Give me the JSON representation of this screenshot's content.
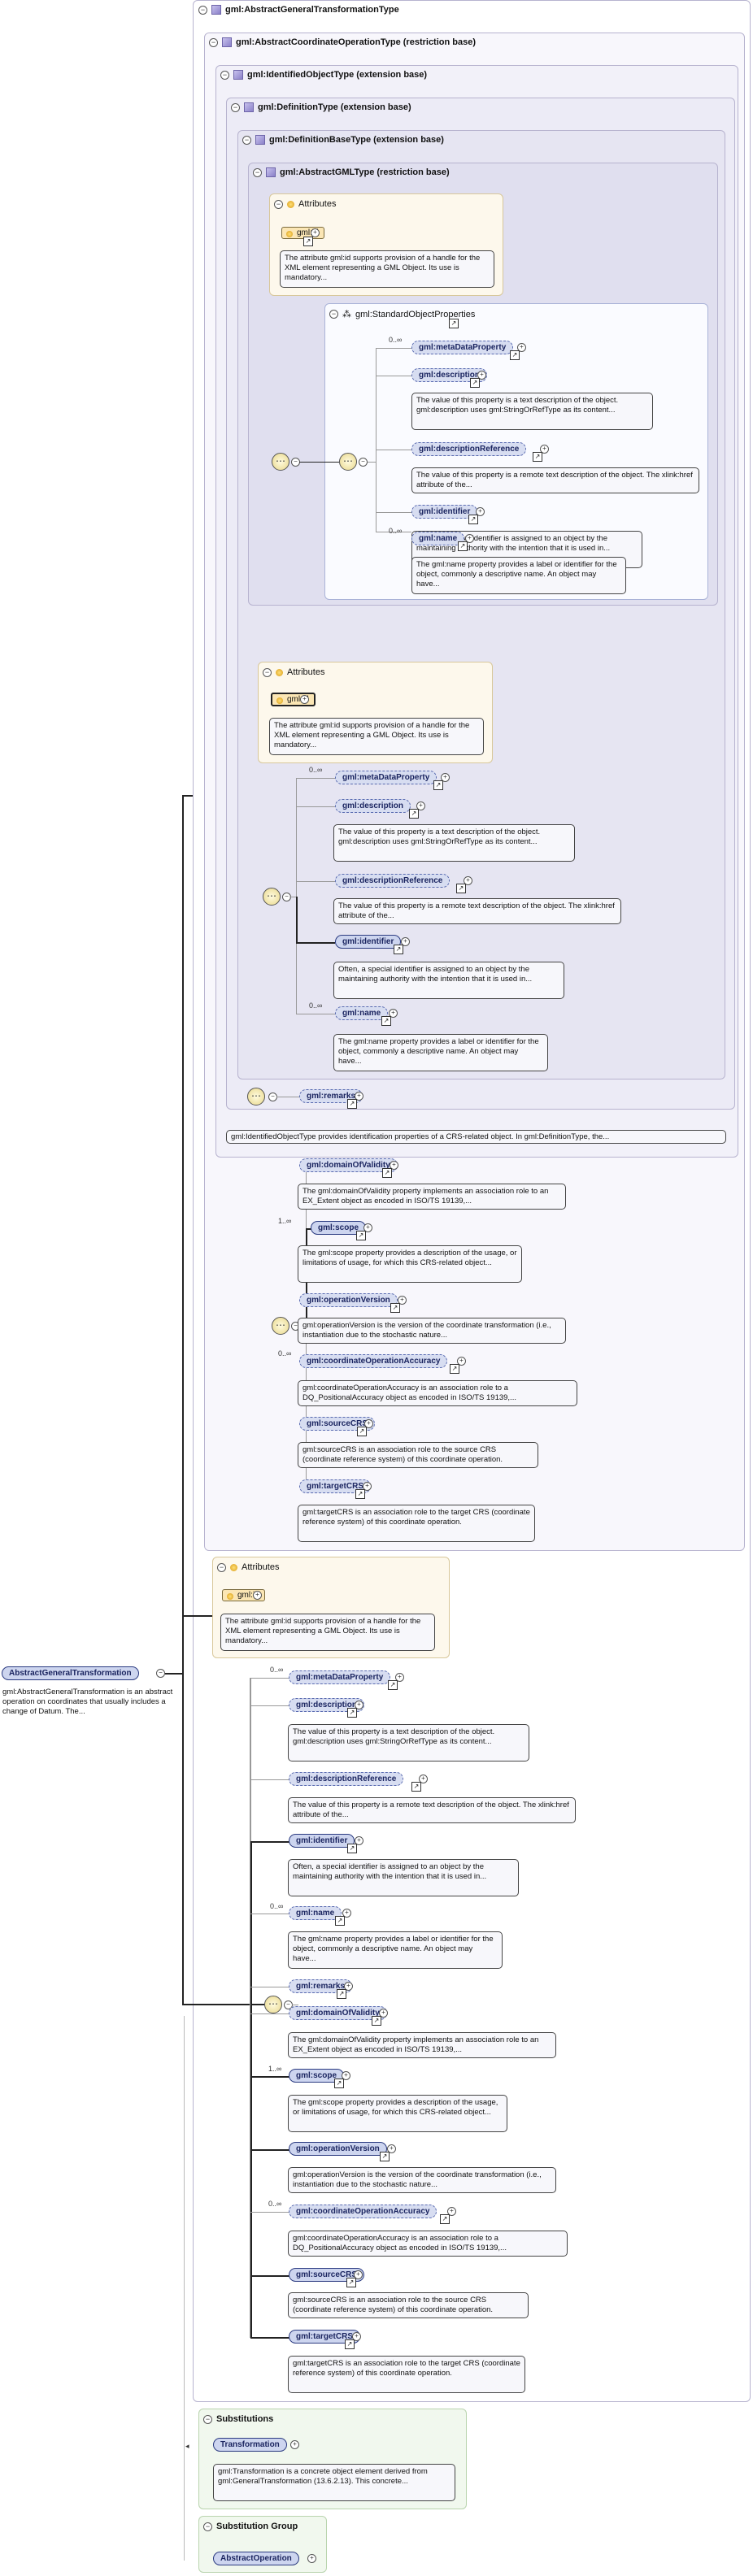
{
  "root": {
    "title": "gml:AbstractGeneralTransformationType",
    "element_name": "AbstractGeneralTransformation",
    "element_doc": "gml:AbstractGeneralTransformation is an abstract operation on coordinates that usually includes a change of Datum. The..."
  },
  "types": {
    "coord_op": "gml:AbstractCoordinateOperationType (restriction base)",
    "identified": "gml:IdentifiedObjectType (extension base)",
    "definition": "gml:DefinitionType (extension base)",
    "definition_base": "gml:DefinitionBaseType (extension base)",
    "abstract_gml": "gml:AbstractGMLType (restriction base)"
  },
  "attributes": {
    "label": "Attributes",
    "gml_id": "gml:id",
    "gml_id_doc": "The attribute gml:id supports provision of a handle for the XML element representing a GML Object. Its use is mandatory..."
  },
  "standard_props": {
    "group": "gml:StandardObjectProperties"
  },
  "mults": {
    "zero_many": "0..∞",
    "one_many": "1..∞"
  },
  "elements": {
    "metaDataProperty": "gml:metaDataProperty",
    "description": "gml:description",
    "description_doc": "The value of this property is a text description of the object. gml:description uses gml:StringOrRefType as its content...",
    "descriptionReference": "gml:descriptionReference",
    "descriptionReference_doc": "The value of this property is a remote text description of the object. The xlink:href attribute of the...",
    "identifier": "gml:identifier",
    "identifier_doc": "Often, a special identifier is assigned to an object by the maintaining authority with the intention that it is used in...",
    "name": "gml:name",
    "name_doc": "The gml:name property provides a label or identifier for the object, commonly a descriptive name. An object may have...",
    "remarks": "gml:remarks",
    "domainOfValidity": "gml:domainOfValidity",
    "domainOfValidity_doc": "The gml:domainOfValidity property implements an association role to an EX_Extent object as encoded in ISO/TS 19139,...",
    "scope": "gml:scope",
    "scope_doc": "The gml:scope property provides a description of the usage, or limitations of usage, for which this CRS-related object...",
    "operationVersion": "gml:operationVersion",
    "operationVersion_doc": "gml:operationVersion is the version of the coordinate transformation (i.e., instantiation due to the stochastic nature...",
    "coordinateOperationAccuracy": "gml:coordinateOperationAccuracy",
    "coordinateOperationAccuracy_doc": "gml:coordinateOperationAccuracy is an association role to a DQ_PositionalAccuracy object as encoded in ISO/TS 19139,...",
    "sourceCRS": "gml:sourceCRS",
    "sourceCRS_doc": "gml:sourceCRS is an association role to the source CRS (coordinate reference system) of this coordinate operation.",
    "targetCRS": "gml:targetCRS",
    "targetCRS_doc": "gml:targetCRS is an association role to the target CRS (coordinate reference system) of this coordinate operation."
  },
  "identified_note": "gml:IdentifiedObjectType provides identification properties of a CRS-related object. In gml:DefinitionType, the...",
  "substitutions": {
    "label": "Substitutions",
    "item": "Transformation",
    "doc": "gml:Transformation is a concrete object element derived from gml:GeneralTransformation (13.6.2.13). This concrete..."
  },
  "substitution_group": {
    "label": "Substitution Group",
    "item": "AbstractOperation"
  }
}
